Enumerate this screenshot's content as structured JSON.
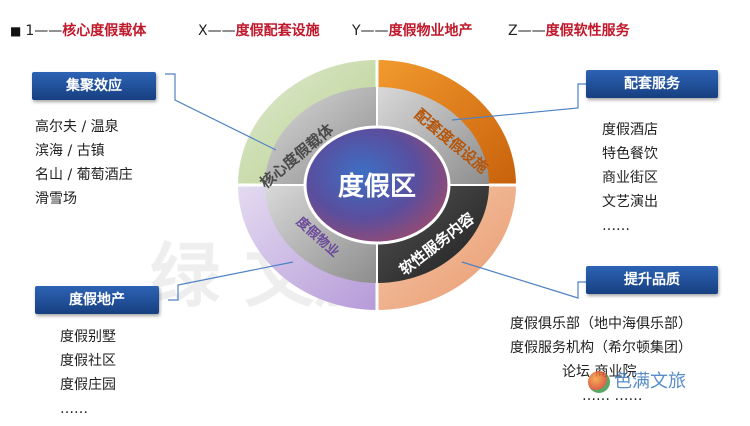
{
  "header": {
    "bullet": "■",
    "items": [
      {
        "key": "1——",
        "value": "核心度假载体"
      },
      {
        "key": "X——",
        "value": "度假配套设施"
      },
      {
        "key": "Y——",
        "value": "度假物业地产"
      },
      {
        "key": "Z——",
        "value": "度假软性服务"
      }
    ]
  },
  "center": {
    "label": "度假区"
  },
  "ring_labels": {
    "core": "核心度假载体",
    "facilities": "配套度假设施",
    "soft": "软性服务内容",
    "property": "度假物业"
  },
  "boxes": {
    "cluster": {
      "title": "集聚效应",
      "items": [
        "高尔夫 / 温泉",
        "滨海 / 古镇",
        "名山 / 葡萄酒庄",
        "滑雪场"
      ]
    },
    "support": {
      "title": "配套服务",
      "items": [
        "度假酒店",
        "特色餐饮",
        "商业街区",
        "文艺演出",
        "……"
      ]
    },
    "property": {
      "title": "度假地产",
      "items": [
        "度假别墅",
        "度假社区",
        "度假庄园",
        "……"
      ]
    },
    "quality": {
      "title": "提升品质",
      "items": [
        "度假俱乐部（地中海俱乐部）",
        "度假服务机构（希尔顿集团）",
        "论坛   商业院",
        "…… ……"
      ]
    }
  },
  "watermark": "绿    文旅",
  "logo": {
    "text": "色满文旅"
  },
  "colors": {
    "box_blue": "#2359a8",
    "header_red": "#c0182b",
    "ring_green": "#b9d48a",
    "ring_orange": "#e07a14",
    "ring_purple": "#b49ad6",
    "ring_peach": "#f0b08a"
  }
}
